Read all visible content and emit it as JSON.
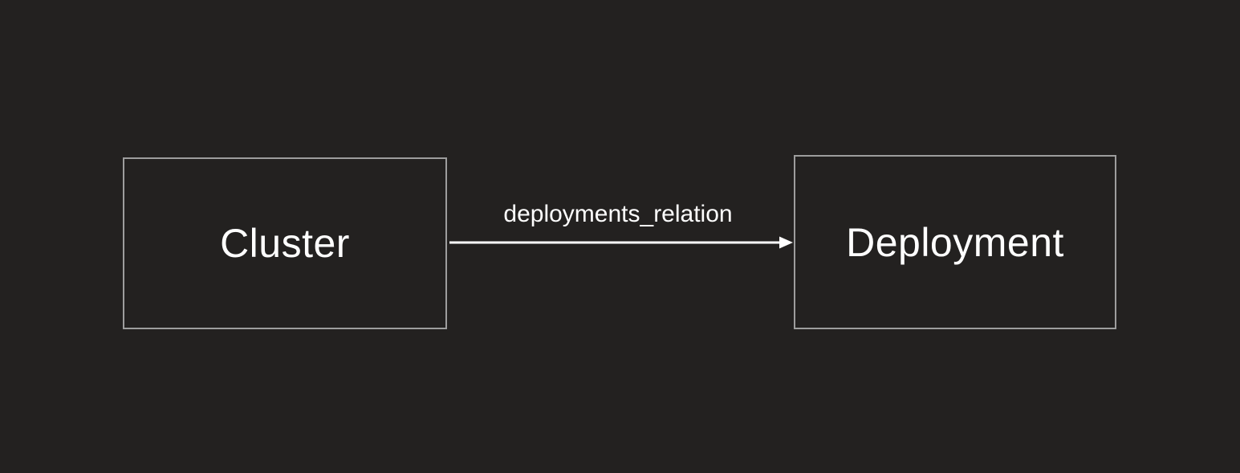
{
  "diagram": {
    "nodes": [
      {
        "id": "cluster",
        "label": "Cluster"
      },
      {
        "id": "deployment",
        "label": "Deployment"
      }
    ],
    "edges": [
      {
        "from": "cluster",
        "to": "deployment",
        "label": "deployments_relation",
        "direction": "right"
      }
    ],
    "colors": {
      "background": "#232120",
      "node_border": "#9d9d9d",
      "node_text": "#ffffff",
      "edge_stroke": "#ffffff",
      "edge_label_text": "#ffffff"
    }
  }
}
